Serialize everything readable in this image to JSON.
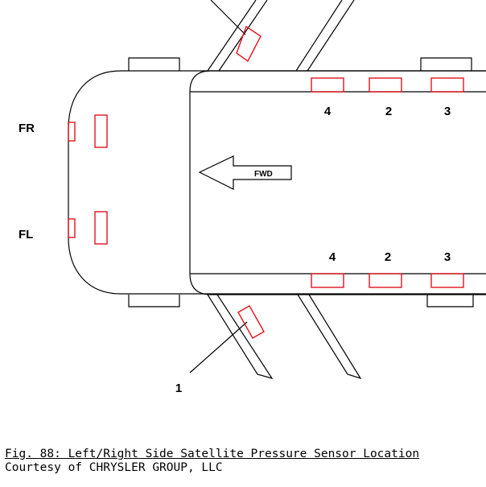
{
  "diagram": {
    "labels": {
      "front_right": "FR",
      "front_left": "FL",
      "forward": "FWD",
      "top_row": [
        "4",
        "2",
        "3"
      ],
      "bottom_row": [
        "4",
        "2",
        "3"
      ],
      "callout": "1"
    },
    "colors": {
      "outline": "#000000",
      "sensor": "#e0141e"
    }
  },
  "caption": {
    "title": "Fig. 88: Left/Right Side Satellite Pressure Sensor Location",
    "credit": "Courtesy of CHRYSLER GROUP, LLC"
  }
}
